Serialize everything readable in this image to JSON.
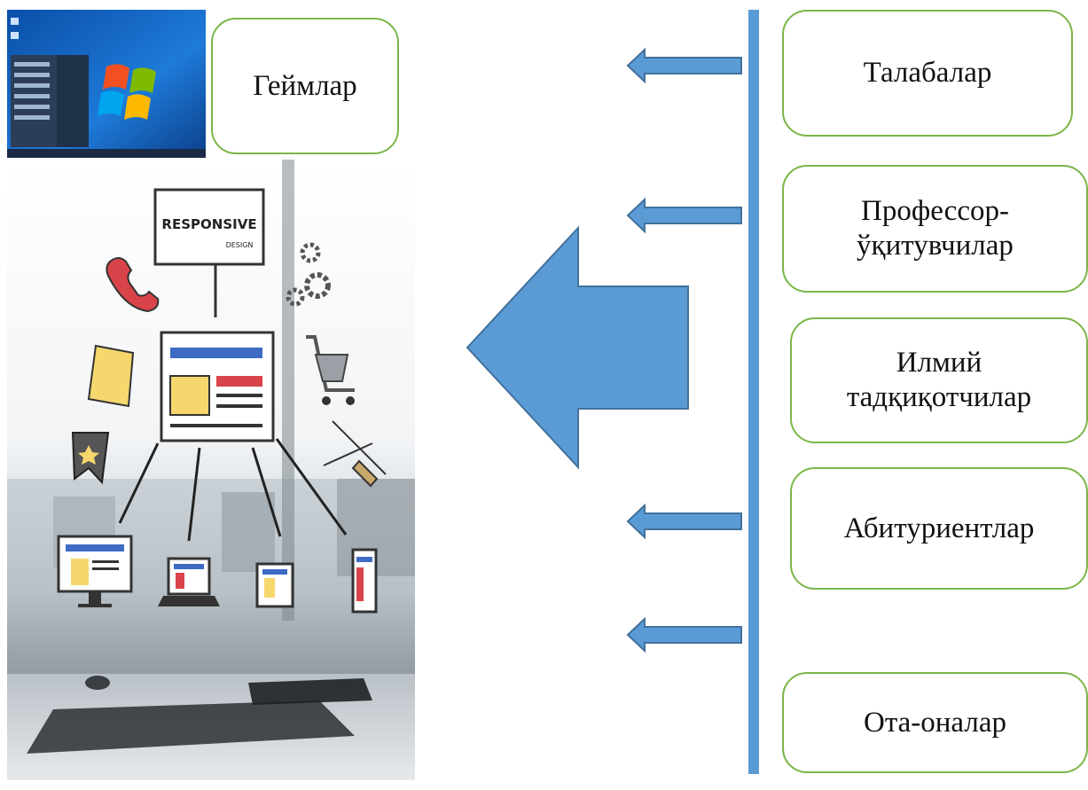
{
  "diagram": {
    "games_box": {
      "label": "Геймлар"
    },
    "audience": [
      {
        "label": "Талабалар"
      },
      {
        "label": "Профессор-\nўқитувчилар"
      },
      {
        "label": "Илмий\nтадқиқотчилар"
      },
      {
        "label": "Абитуриентлар"
      },
      {
        "label": "Ота-оналар"
      }
    ],
    "illustration": {
      "responsive_sign_line1": "RESPONSIVE",
      "responsive_sign_line2": "DESIGN"
    },
    "colors": {
      "box_border": "#7ab648",
      "arrow_fill": "#5b9bd5",
      "arrow_stroke": "#41719c",
      "vertical_bar": "#5b9bd5"
    }
  }
}
